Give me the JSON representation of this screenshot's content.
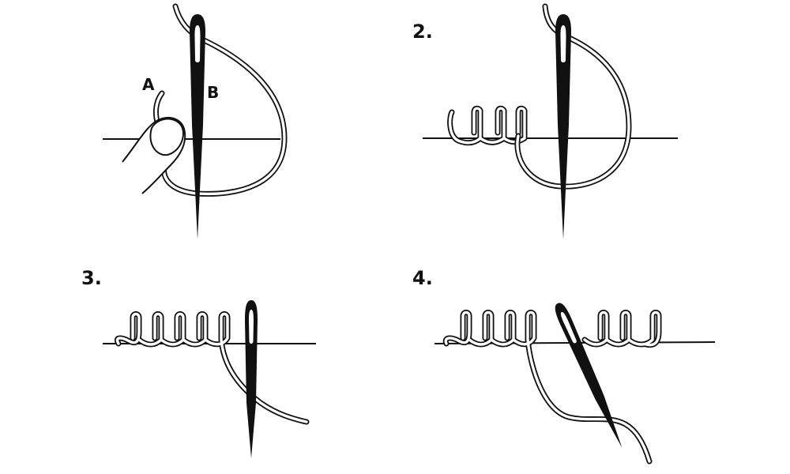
{
  "panels": [
    {
      "step": "",
      "points": {
        "a": "A",
        "b": "B"
      }
    },
    {
      "step": "2."
    },
    {
      "step": "3."
    },
    {
      "step": "4."
    }
  ],
  "colors": {
    "ink": "#111111",
    "thread_fill": "#ffffff",
    "background": "#ffffff"
  },
  "icons": [
    "needle-icon",
    "thread-icon",
    "thumb-icon"
  ]
}
